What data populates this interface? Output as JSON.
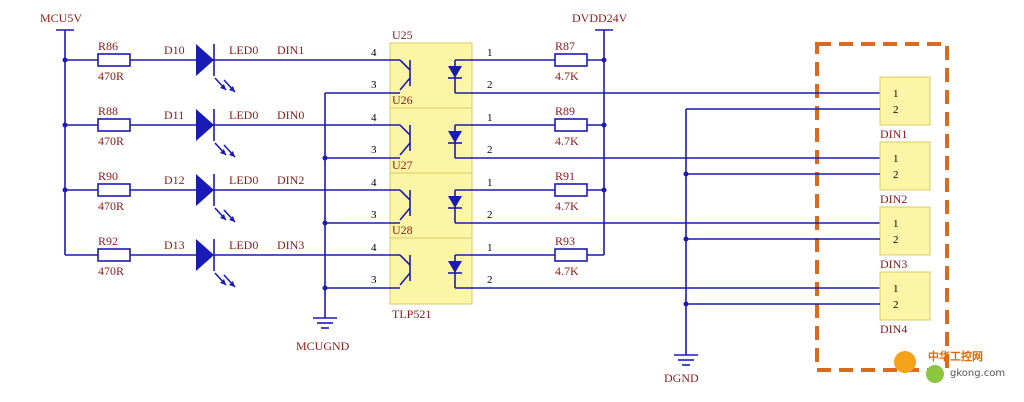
{
  "nets": {
    "mcu5v": "MCU5V",
    "dvdd24v": "DVDD24V",
    "mcugnd": "MCUGND",
    "dgnd": "DGND"
  },
  "rows": [
    {
      "r": "R86",
      "rv": "470R",
      "d": "D10",
      "led": "LED0",
      "din": "DIN1",
      "u": "U25",
      "rr": "R87",
      "rrv": "4.7K",
      "conn": "DIN1"
    },
    {
      "r": "R88",
      "rv": "470R",
      "d": "D11",
      "led": "LED0",
      "din": "DIN0",
      "u": "U26",
      "rr": "R89",
      "rrv": "4.7K",
      "conn": "DIN2"
    },
    {
      "r": "R90",
      "rv": "470R",
      "d": "D12",
      "led": "LED0",
      "din": "DIN2",
      "u": "U27",
      "rr": "R91",
      "rrv": "4.7K",
      "conn": "DIN3"
    },
    {
      "r": "R92",
      "rv": "470R",
      "d": "D13",
      "led": "LED0",
      "din": "DIN3",
      "u": "U28",
      "rr": "R93",
      "rrv": "4.7K",
      "conn": "DIN4"
    }
  ],
  "pins": {
    "p1": "1",
    "p2": "2",
    "p3": "3",
    "p4": "4"
  },
  "opto_part": "TLP521",
  "watermark": {
    "brand": "中华工控网",
    "url": "gkong.com"
  },
  "colors": {
    "wire": "#1a1ab4",
    "label": "#8b1a1a",
    "body": "#fdf5a6",
    "dash": "#d96a1e"
  }
}
